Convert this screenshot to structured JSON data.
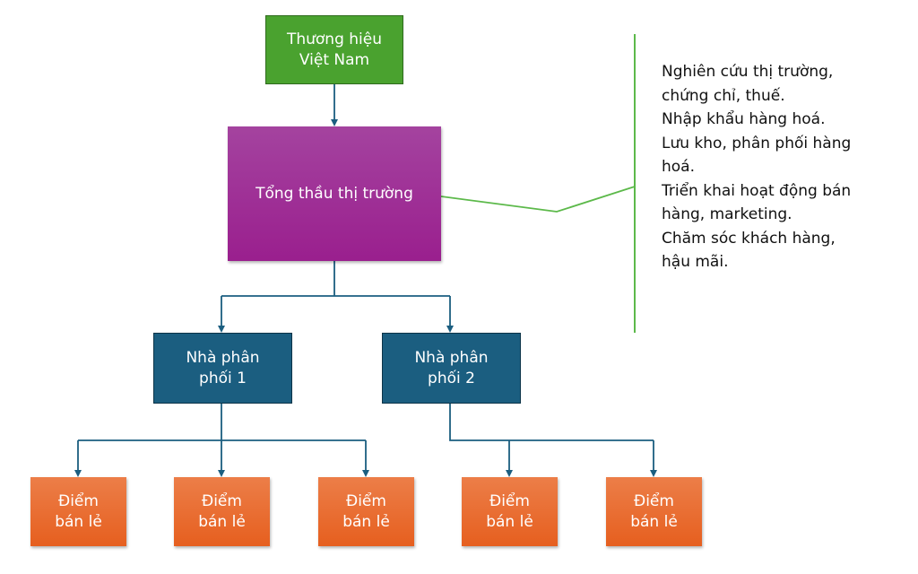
{
  "colors": {
    "brand_fill": "#4aa22f",
    "contractor_fill": "#9a1f8e",
    "distributor_fill": "#1b5e80",
    "retail_fill": "#e65f1f",
    "connector": "#1b5e80",
    "bracket": "#5cb94a"
  },
  "nodes": {
    "brand": {
      "label": "Thương hiệu\nViệt Nam"
    },
    "contractor": {
      "label": "Tổng thầu thị trường"
    },
    "distributors": [
      {
        "label": "Nhà phân\nphối 1"
      },
      {
        "label": "Nhà phân\nphối 2"
      }
    ],
    "retailers": [
      {
        "label": "Điểm\nbán lẻ",
        "parent": "Nhà phân phối 1"
      },
      {
        "label": "Điểm\nbán lẻ",
        "parent": "Nhà phân phối 1"
      },
      {
        "label": "Điểm\nbán lẻ",
        "parent": "Nhà phân phối 1"
      },
      {
        "label": "Điểm\nbán lẻ",
        "parent": "Nhà phân phối 2"
      },
      {
        "label": "Điểm\nbán lẻ",
        "parent": "Nhà phân phối 2"
      }
    ]
  },
  "contractor_tasks": {
    "lines": [
      "Nghiên cứu thị trường,",
      "chứng chỉ, thuế.",
      "Nhập khẩu hàng hoá.",
      "Lưu kho, phân phối hàng",
      "hoá.",
      "Triển khai hoạt động bán",
      "hàng, marketing.",
      "Chăm sóc khách hàng,",
      "hậu mãi."
    ]
  }
}
